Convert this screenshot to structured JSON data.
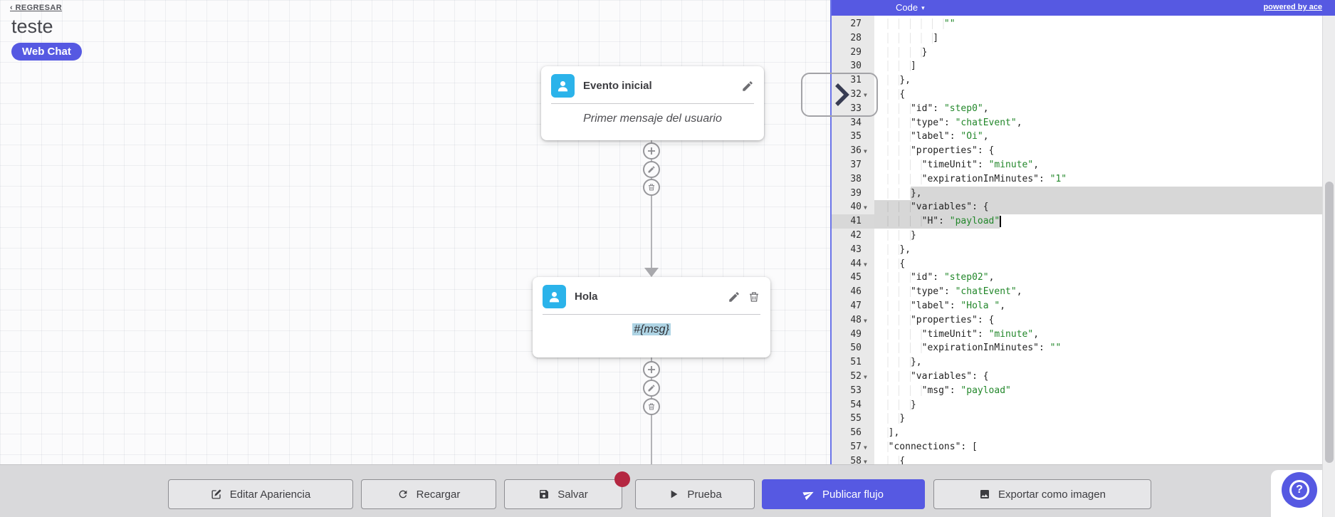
{
  "colors": {
    "accent": "#5659e2",
    "cyan": "#2bb3ea",
    "green": "#22872a",
    "selection": "#d7d7d7",
    "highlight": "#aed4e4",
    "alert_dot": "#b42741"
  },
  "canvas": {
    "back_link": "‹ REGRESAR",
    "flow_title": "teste",
    "channel_badge": "Web Chat",
    "nodes": [
      {
        "title": "Evento inicial",
        "body": "Primer mensaje del usuario"
      },
      {
        "title": "Hola",
        "body": "#{msg}"
      }
    ]
  },
  "code_panel": {
    "header_title": "Code",
    "header_caret": "▾",
    "powered_by": "powered by ace",
    "lines": [
      {
        "n": 27,
        "t": [
          [
            "w",
            "            "
          ],
          [
            "s",
            "\"\""
          ]
        ]
      },
      {
        "n": 28,
        "t": [
          [
            "w",
            "          "
          ],
          [
            "p",
            "]"
          ]
        ]
      },
      {
        "n": 29,
        "t": [
          [
            "w",
            "        "
          ],
          [
            "p",
            "}"
          ]
        ]
      },
      {
        "n": 30,
        "t": [
          [
            "w",
            "      "
          ],
          [
            "p",
            "]"
          ]
        ]
      },
      {
        "n": 31,
        "t": [
          [
            "w",
            "    "
          ],
          [
            "p",
            "},"
          ]
        ]
      },
      {
        "n": 32,
        "fold": true,
        "t": [
          [
            "w",
            "    "
          ],
          [
            "p",
            "{"
          ]
        ]
      },
      {
        "n": 33,
        "t": [
          [
            "w",
            "      "
          ],
          [
            "k",
            "\"id\""
          ],
          [
            "p",
            ": "
          ],
          [
            "s",
            "\"step0\""
          ],
          [
            "p",
            ","
          ]
        ]
      },
      {
        "n": 34,
        "t": [
          [
            "w",
            "      "
          ],
          [
            "k",
            "\"type\""
          ],
          [
            "p",
            ": "
          ],
          [
            "s",
            "\"chatEvent\""
          ],
          [
            "p",
            ","
          ]
        ]
      },
      {
        "n": 35,
        "t": [
          [
            "w",
            "      "
          ],
          [
            "k",
            "\"label\""
          ],
          [
            "p",
            ": "
          ],
          [
            "s",
            "\"Oi\""
          ],
          [
            "p",
            ","
          ]
        ]
      },
      {
        "n": 36,
        "fold": true,
        "t": [
          [
            "w",
            "      "
          ],
          [
            "k",
            "\"properties\""
          ],
          [
            "p",
            ": {"
          ]
        ]
      },
      {
        "n": 37,
        "t": [
          [
            "w",
            "        "
          ],
          [
            "k",
            "\"timeUnit\""
          ],
          [
            "p",
            ": "
          ],
          [
            "s",
            "\"minute\""
          ],
          [
            "p",
            ","
          ]
        ]
      },
      {
        "n": 38,
        "t": [
          [
            "w",
            "        "
          ],
          [
            "k",
            "\"expirationInMinutes\""
          ],
          [
            "p",
            ": "
          ],
          [
            "s",
            "\"1\""
          ]
        ]
      },
      {
        "n": 39,
        "sel": [
          6,
          "eol"
        ],
        "t": [
          [
            "w",
            "      "
          ],
          [
            "p",
            "},"
          ]
        ]
      },
      {
        "n": 40,
        "fold": true,
        "sel": [
          0,
          "eol"
        ],
        "t": [
          [
            "w",
            "      "
          ],
          [
            "k",
            "\"variables\""
          ],
          [
            "p",
            ": {"
          ]
        ]
      },
      {
        "n": 41,
        "sel": [
          0,
          22
        ],
        "cursor": 22,
        "active": true,
        "t": [
          [
            "w",
            "        "
          ],
          [
            "k",
            "\"H\""
          ],
          [
            "p",
            ": "
          ],
          [
            "s",
            "\"payload\""
          ]
        ]
      },
      {
        "n": 42,
        "t": [
          [
            "w",
            "      "
          ],
          [
            "p",
            "}"
          ]
        ]
      },
      {
        "n": 43,
        "t": [
          [
            "w",
            "    "
          ],
          [
            "p",
            "},"
          ]
        ]
      },
      {
        "n": 44,
        "fold": true,
        "t": [
          [
            "w",
            "    "
          ],
          [
            "p",
            "{"
          ]
        ]
      },
      {
        "n": 45,
        "t": [
          [
            "w",
            "      "
          ],
          [
            "k",
            "\"id\""
          ],
          [
            "p",
            ": "
          ],
          [
            "s",
            "\"step02\""
          ],
          [
            "p",
            ","
          ]
        ]
      },
      {
        "n": 46,
        "t": [
          [
            "w",
            "      "
          ],
          [
            "k",
            "\"type\""
          ],
          [
            "p",
            ": "
          ],
          [
            "s",
            "\"chatEvent\""
          ],
          [
            "p",
            ","
          ]
        ]
      },
      {
        "n": 47,
        "t": [
          [
            "w",
            "      "
          ],
          [
            "k",
            "\"label\""
          ],
          [
            "p",
            ": "
          ],
          [
            "s",
            "\"Hola \""
          ],
          [
            "p",
            ","
          ]
        ]
      },
      {
        "n": 48,
        "fold": true,
        "t": [
          [
            "w",
            "      "
          ],
          [
            "k",
            "\"properties\""
          ],
          [
            "p",
            ": {"
          ]
        ]
      },
      {
        "n": 49,
        "t": [
          [
            "w",
            "        "
          ],
          [
            "k",
            "\"timeUnit\""
          ],
          [
            "p",
            ": "
          ],
          [
            "s",
            "\"minute\""
          ],
          [
            "p",
            ","
          ]
        ]
      },
      {
        "n": 50,
        "t": [
          [
            "w",
            "        "
          ],
          [
            "k",
            "\"expirationInMinutes\""
          ],
          [
            "p",
            ": "
          ],
          [
            "s",
            "\"\""
          ]
        ]
      },
      {
        "n": 51,
        "t": [
          [
            "w",
            "      "
          ],
          [
            "p",
            "},"
          ]
        ]
      },
      {
        "n": 52,
        "fold": true,
        "t": [
          [
            "w",
            "      "
          ],
          [
            "k",
            "\"variables\""
          ],
          [
            "p",
            ": {"
          ]
        ]
      },
      {
        "n": 53,
        "t": [
          [
            "w",
            "        "
          ],
          [
            "k",
            "\"msg\""
          ],
          [
            "p",
            ": "
          ],
          [
            "s",
            "\"payload\""
          ]
        ]
      },
      {
        "n": 54,
        "t": [
          [
            "w",
            "      "
          ],
          [
            "p",
            "}"
          ]
        ]
      },
      {
        "n": 55,
        "t": [
          [
            "w",
            "    "
          ],
          [
            "p",
            "}"
          ]
        ]
      },
      {
        "n": 56,
        "t": [
          [
            "w",
            "  "
          ],
          [
            "p",
            "],"
          ]
        ]
      },
      {
        "n": 57,
        "fold": true,
        "t": [
          [
            "w",
            "  "
          ],
          [
            "k",
            "\"connections\""
          ],
          [
            "p",
            ": ["
          ]
        ]
      },
      {
        "n": 58,
        "fold": true,
        "t": [
          [
            "w",
            "    "
          ],
          [
            "p",
            "{"
          ]
        ]
      }
    ]
  },
  "toolbar": {
    "buttons": [
      {
        "label": "Editar Apariencia"
      },
      {
        "label": "Recargar"
      },
      {
        "label": "Salvar",
        "alert": true
      },
      {
        "label": "Prueba"
      },
      {
        "label": "Publicar flujo",
        "primary": true
      },
      {
        "label": "Exportar como imagen"
      }
    ]
  },
  "help": {
    "glyph": "?"
  }
}
